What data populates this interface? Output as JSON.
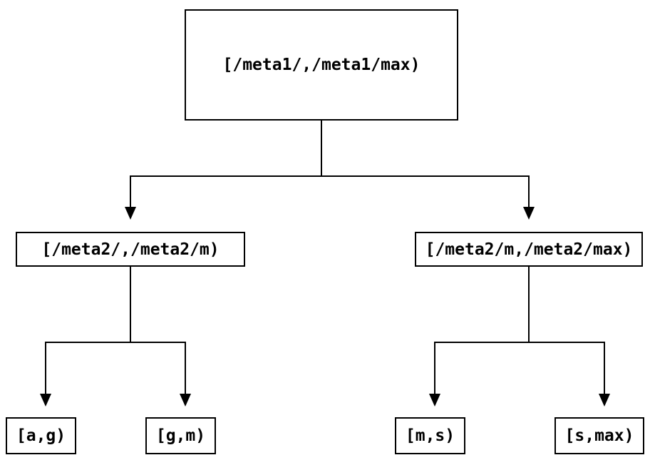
{
  "diagram": {
    "title": "range-partition-tree",
    "colors": {
      "line": "#000000",
      "background": "#ffffff"
    },
    "nodes": {
      "root": {
        "label": "[/meta1/,/meta1/max)"
      },
      "left_child": {
        "label": "[/meta2/,/meta2/m)"
      },
      "right_child": {
        "label": "[/meta2/m,/meta2/max)"
      },
      "leaf_ag": {
        "label": "[a,g)"
      },
      "leaf_gm": {
        "label": "[g,m)"
      },
      "leaf_ms": {
        "label": "[m,s)"
      },
      "leaf_smax": {
        "label": "[s,max)"
      }
    },
    "edges": [
      {
        "from": "root",
        "to": "left_child"
      },
      {
        "from": "root",
        "to": "right_child"
      },
      {
        "from": "left_child",
        "to": "leaf_ag"
      },
      {
        "from": "left_child",
        "to": "leaf_gm"
      },
      {
        "from": "right_child",
        "to": "leaf_ms"
      },
      {
        "from": "right_child",
        "to": "leaf_smax"
      }
    ]
  }
}
